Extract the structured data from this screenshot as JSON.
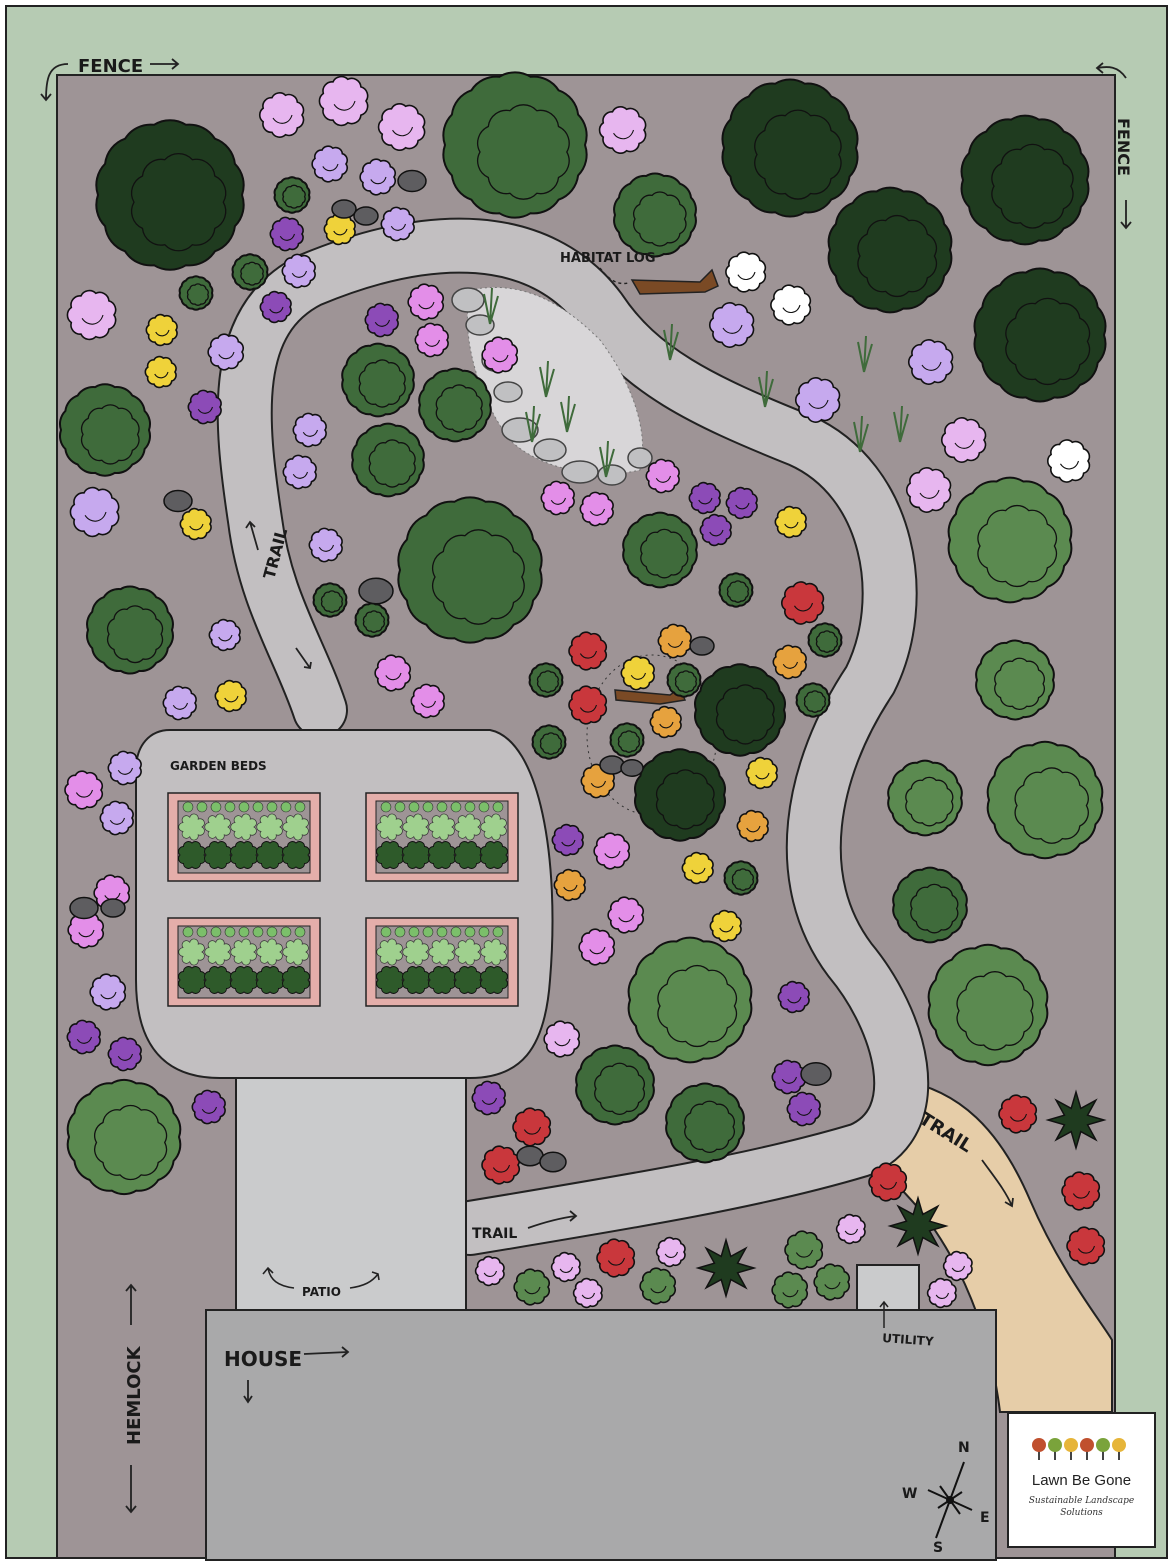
{
  "labels": {
    "fence_top": "FENCE",
    "fence_right": "FENCE",
    "habitat_log": "HABITAT LOG",
    "trail_upper": "TRAIL",
    "garden_beds": "GARDEN BEDS",
    "trail_lower": "TRAIL",
    "trail_east": "TRAIL",
    "patio": "PATIO",
    "utility": "UTILITY",
    "house": "HOUSE",
    "street": "HEMLOCK"
  },
  "compass": {
    "n": "N",
    "s": "S",
    "e": "E",
    "w": "W"
  },
  "logo": {
    "name": "Lawn Be Gone",
    "tagline": "Sustainable Landscape Solutions",
    "tree_colors": [
      "#c0502e",
      "#7aa33b",
      "#e6b53a",
      "#c0502e",
      "#7aa33b",
      "#e6b53a"
    ]
  },
  "colors": {
    "fence_strip": "#b6cbb3",
    "ground": "#9e9496",
    "trail": "#c2bfc1",
    "gravel_trail": "#e6cda8",
    "house": "#a9a9aa",
    "patio": "#cacbcc",
    "raised_bed": "#e4aeaa",
    "shrub_pink": "#e7b6ef",
    "shrub_lavender": "#c6a9ee",
    "shrub_purple": "#8c4bb7",
    "shrub_magenta": "#e38ee8",
    "shrub_yellow": "#efd23a",
    "shrub_orange": "#e6a23e",
    "shrub_red": "#c9373c",
    "shrub_white": "#ffffff",
    "tree_dark": "#1f3b1f",
    "tree_mid": "#3f6b3b",
    "tree_light": "#5b8a50"
  }
}
